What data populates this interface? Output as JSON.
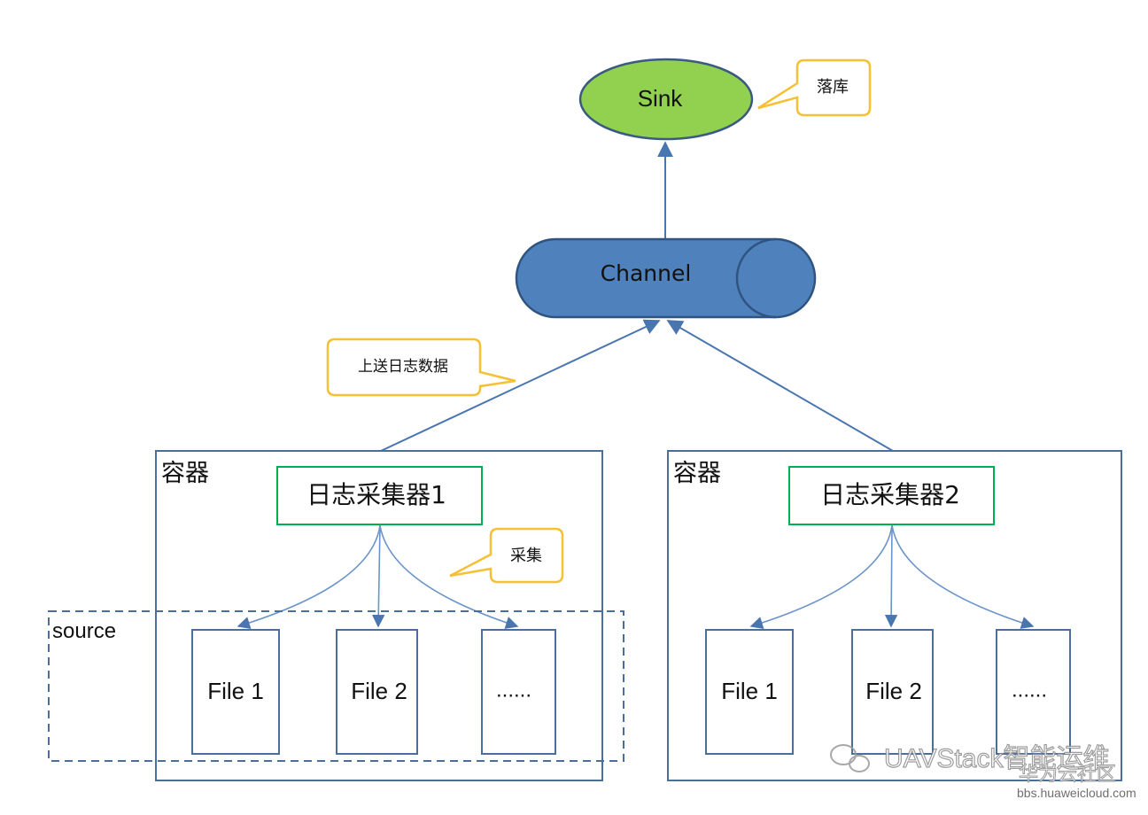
{
  "sink": {
    "label": "Sink",
    "callout": "落库"
  },
  "channel": {
    "label": "Channel"
  },
  "upload_callout": "上送日志数据",
  "collect_callout": "采集",
  "source_label": "source",
  "containers": [
    {
      "label": "容器",
      "collector": "日志采集器1",
      "files": [
        "File 1",
        "File 2",
        "......"
      ]
    },
    {
      "label": "容器",
      "collector": "日志采集器2",
      "files": [
        "File 1",
        "File 2",
        "......"
      ]
    }
  ],
  "watermark": {
    "brand": "UAVStack智能运维",
    "community": "华为云社区",
    "url": "bbs.huaweicloud.com"
  },
  "colors": {
    "sink_fill": "#92d050",
    "channel_fill": "#4f81bd",
    "box_stroke": "#4a6f9a",
    "collector_stroke": "#00b050",
    "callout_stroke": "#f5c033"
  }
}
